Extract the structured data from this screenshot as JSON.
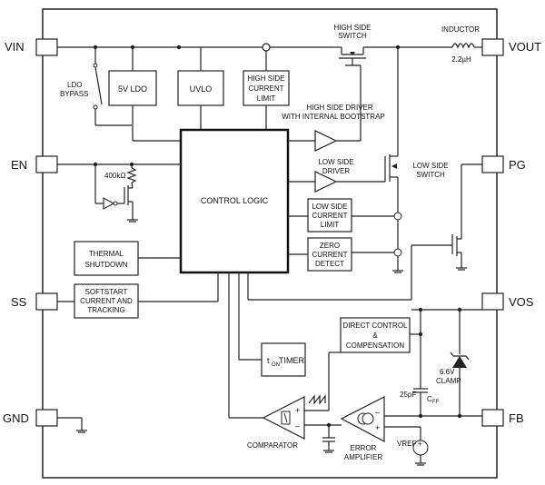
{
  "pins": {
    "vin": "VIN",
    "en": "EN",
    "ss": "SS",
    "gnd": "GND",
    "vout": "VOUT",
    "pg": "PG",
    "vos": "VOS",
    "fb": "FB"
  },
  "blocks": {
    "ldo": "5V LDO",
    "uvlo": "UVLO",
    "hs_limit": [
      "HIGH SIDE",
      "CURRENT",
      "LIMIT"
    ],
    "control": "CONTROL LOGIC",
    "ls_limit": [
      "LOW SIDE",
      "CURRENT",
      "LIMIT"
    ],
    "zero_detect": [
      "ZERO",
      "CURRENT",
      "DETECT"
    ],
    "thermal": [
      "THERMAL",
      "SHUTDOWN"
    ],
    "softstart": [
      "SOFTSTART",
      "CURRENT AND",
      "TRACKING"
    ],
    "direct_control": [
      "DIRECT CONTROL",
      "&",
      "COMPENSATION"
    ],
    "ton_timer_sub": "ON",
    "ton_timer_main": "TIMER",
    "ton_timer_t": "t"
  },
  "labels": {
    "ldo_bypass": [
      "LDO",
      "BYPASS"
    ],
    "hs_switch": [
      "HIGH SIDE",
      "SWITCH"
    ],
    "inductor": "INDUCTOR",
    "inductor_value": "2.2µH",
    "hs_driver": [
      "HIGH SIDE DRIVER",
      "WITH INTERNAL BOOTSTRAP"
    ],
    "ls_driver": [
      "LOW SIDE",
      "DRIVER"
    ],
    "ls_switch": [
      "LOW SIDE",
      "SWITCH"
    ],
    "resistor": "400kΩ",
    "clamp": [
      "6.6V",
      "CLAMP"
    ],
    "cap": "25pF",
    "cff": "C",
    "cff_sub": "FF",
    "comparator": "COMPARATOR",
    "error_amp": [
      "ERROR",
      "AMPLIFIER"
    ],
    "vref": "VREF",
    "plus": "+",
    "minus": "–"
  }
}
